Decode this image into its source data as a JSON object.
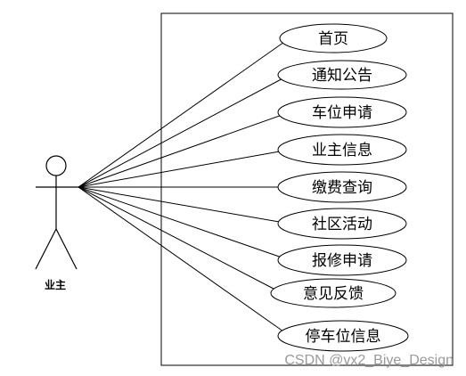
{
  "actor": {
    "label": "业主"
  },
  "use_cases": [
    {
      "label": "首页"
    },
    {
      "label": "通知公告"
    },
    {
      "label": "车位申请"
    },
    {
      "label": "业主信息"
    },
    {
      "label": "缴费查询"
    },
    {
      "label": "社区活动"
    },
    {
      "label": "报修申请"
    },
    {
      "label": "意见反馈"
    },
    {
      "label": "停车位信息"
    }
  ],
  "watermark": "CSDN @vx2_Biye_Design"
}
